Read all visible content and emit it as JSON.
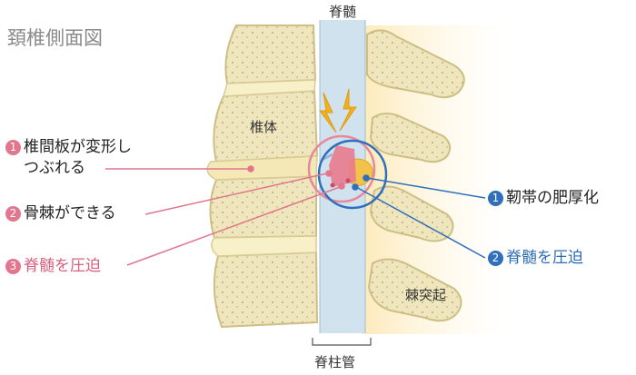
{
  "title": "頚椎側面図",
  "labels": {
    "spinal_cord": "脊髄",
    "spinal_canal": "脊柱管",
    "vertebral_body": "椎体",
    "spinous_process": "棘突起"
  },
  "annotations_left": [
    {
      "num": "1",
      "line1": "椎間板が変形し",
      "line2": "つぶれる"
    },
    {
      "num": "2",
      "text": "骨棘ができる"
    },
    {
      "num": "3",
      "text": "脊髄を圧迫"
    }
  ],
  "annotations_right": [
    {
      "num": "1",
      "text": "靭帯の肥厚化"
    },
    {
      "num": "2",
      "text": "脊髄を圧迫"
    }
  ],
  "colors": {
    "bone": "#efe6bd",
    "bone_outline": "#cdbf86",
    "disc": "#f7efc6",
    "spinal_cord": "#cfe2ee",
    "pink": "#e3768f",
    "blue": "#2f6fbb",
    "lightning": "#f0b21c"
  }
}
